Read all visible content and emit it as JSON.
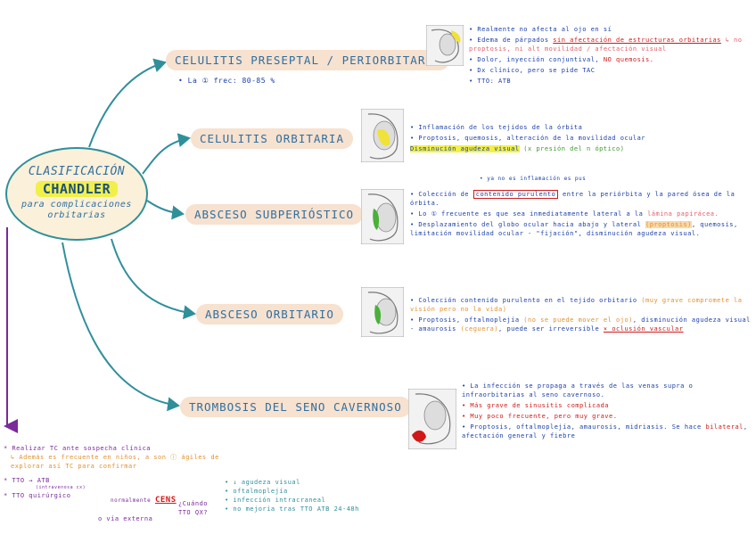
{
  "center": {
    "line1": "CLASIFICACIÓN",
    "line2": "CHANDLER",
    "line3": "para complicaciones orbitarias"
  },
  "branches": [
    {
      "label": "CELULITIS PRESEPTAL / PERIORBITARIA",
      "sub": "• La ① frec: 80-85 %"
    },
    {
      "label": "CELULITIS ORBITARIA"
    },
    {
      "label": "ABSCESO SUBPERIÓSTICO"
    },
    {
      "label": "ABSCESO ORBITARIO"
    },
    {
      "label": "TROMBOSIS DEL SENO CAVERNOSO"
    }
  ],
  "notes": {
    "preseptal": {
      "b1": "• Realmente no afecta al ojo en sí",
      "b2a": "• Edema de párpados",
      "b2b": "sin afectación de estructuras orbitarias",
      "b2c": "↳ no proptosis, ni alt movilidad / afectación visual",
      "b3a": "• Dolor, inyección conjuntival,",
      "b3b": "NO quemosis.",
      "b4": "• Dx clínico, pero se pide TAC",
      "b5": "• TTO: ATB"
    },
    "orbitaria": {
      "b1": "• Inflamación de los tejidos de la órbita",
      "b2": "• Proptosis, quemosis, alteración de la movilidad ocular",
      "b3a": "Disminución agudeza visual",
      "b3b": "(x presión del n óptico)"
    },
    "subperiostico": {
      "tag": "• ya no es inflamación es pus",
      "b1a": "• Colección de",
      "b1b": "contenido purulento",
      "b1c": "entre la periórbita y la pared ósea de la órbita.",
      "b2a": "• Lo ① frecuente es que sea inmediatamente lateral a la",
      "b2b": "lámina papirácea.",
      "b3a": "• Desplazamiento del globo ocular hacia abajo y lateral",
      "b3b": "(proptosis)",
      "b3c": ", quemosis, limitación movilidad ocular - \"fijación\", disminución agudeza visual."
    },
    "orbitario": {
      "b1a": "• Colección contenido purulento en el tejido orbitario",
      "b1b": "(muy grave compromete la visión pero no la vida)",
      "b2a": "• Proptosis, oftalmoplejía",
      "b2b": "(no se puede mover el ojo)",
      "b2c": ", disminución agudeza visual - amaurosis",
      "b2d": "(ceguera)",
      "b2e": ", puede ser irreversible",
      "b2f": "× oclusión vascular"
    },
    "seno": {
      "b1": "• La infección se propaga a través de las venas supra o infraorbitarias al seno cavernoso.",
      "b2": "• Más grave de sinusitis complicada",
      "b3": "• Muy poco frecuente, pero muy grave.",
      "b4a": "• Proptosis, oftalmoplejía, amaurosis, midriasis. Se hace",
      "b4b": "bilateral",
      "b4c": ", afectación general y fiebre"
    }
  },
  "bottom": {
    "l1": "* Realizar TC ante sospecha clínica",
    "l2": "↳ Además es frecuente en niños, a son ⓘ ágiles de explorar así TC para confirmar",
    "l3": "* TTO → ATB",
    "l4small": "(intravenosa cx)",
    "l5": "* TTO quirúrgico",
    "l6a": "normalmente",
    "l6b": "CENS",
    "l7": "o vía externa",
    "when": "¿Cuándo TTO QX?",
    "c1": "• ↓ agudeza visual",
    "c2": "• oftalmoplejía",
    "c3": "• infección intracraneal",
    "c4": "• no mejoría tras TTO ATB 24-48h"
  },
  "colors": {
    "link": "#2f8f9a",
    "center_fill": "#fbf0d9",
    "branch_fill": "#f7e1cf",
    "note_text": "#1a3fa8",
    "accent_red": "#d01818",
    "highlight_yellow": "#f1f04a",
    "purple": "#7a2a9a"
  }
}
